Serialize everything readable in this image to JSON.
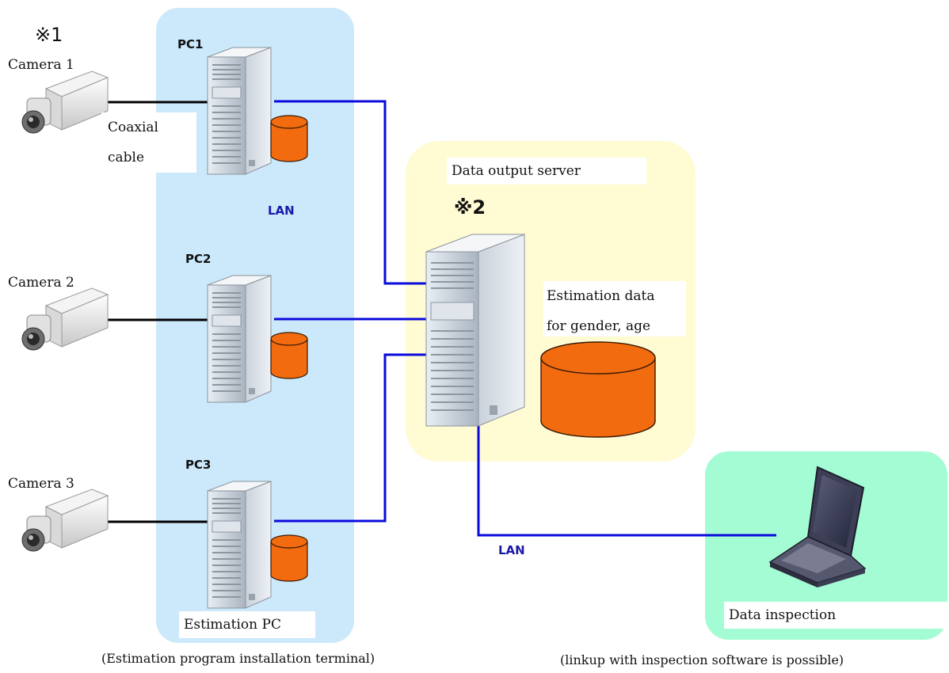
{
  "marks": {
    "note1": "※1",
    "note2": "※2"
  },
  "cameras": [
    {
      "label": "Camera 1"
    },
    {
      "label": "Camera 2"
    },
    {
      "label": "Camera 3"
    }
  ],
  "cable": {
    "line1": "Coaxial",
    "line2": "cable"
  },
  "pcs": [
    {
      "label": "PC1"
    },
    {
      "label": "PC2"
    },
    {
      "label": "PC3"
    }
  ],
  "lan_labels": {
    "upper": "LAN",
    "lower": "LAN"
  },
  "estimation_panel": {
    "title": "Estimation PC",
    "caption": "(Estimation program installation terminal)"
  },
  "server_panel": {
    "title": "Data output server",
    "db_label_line1": "Estimation data",
    "db_label_line2": "for gender, age"
  },
  "inspection_panel": {
    "title": "Data inspection",
    "caption": "(linkup with inspection software is possible)"
  },
  "colors": {
    "lan_line": "#0a0adc",
    "coax_line": "#000000",
    "database": "#f26b0f",
    "pc_panel": "#cbe9fb",
    "server_panel": "#fffbd2",
    "inspection_panel": "#a4fcd4"
  }
}
